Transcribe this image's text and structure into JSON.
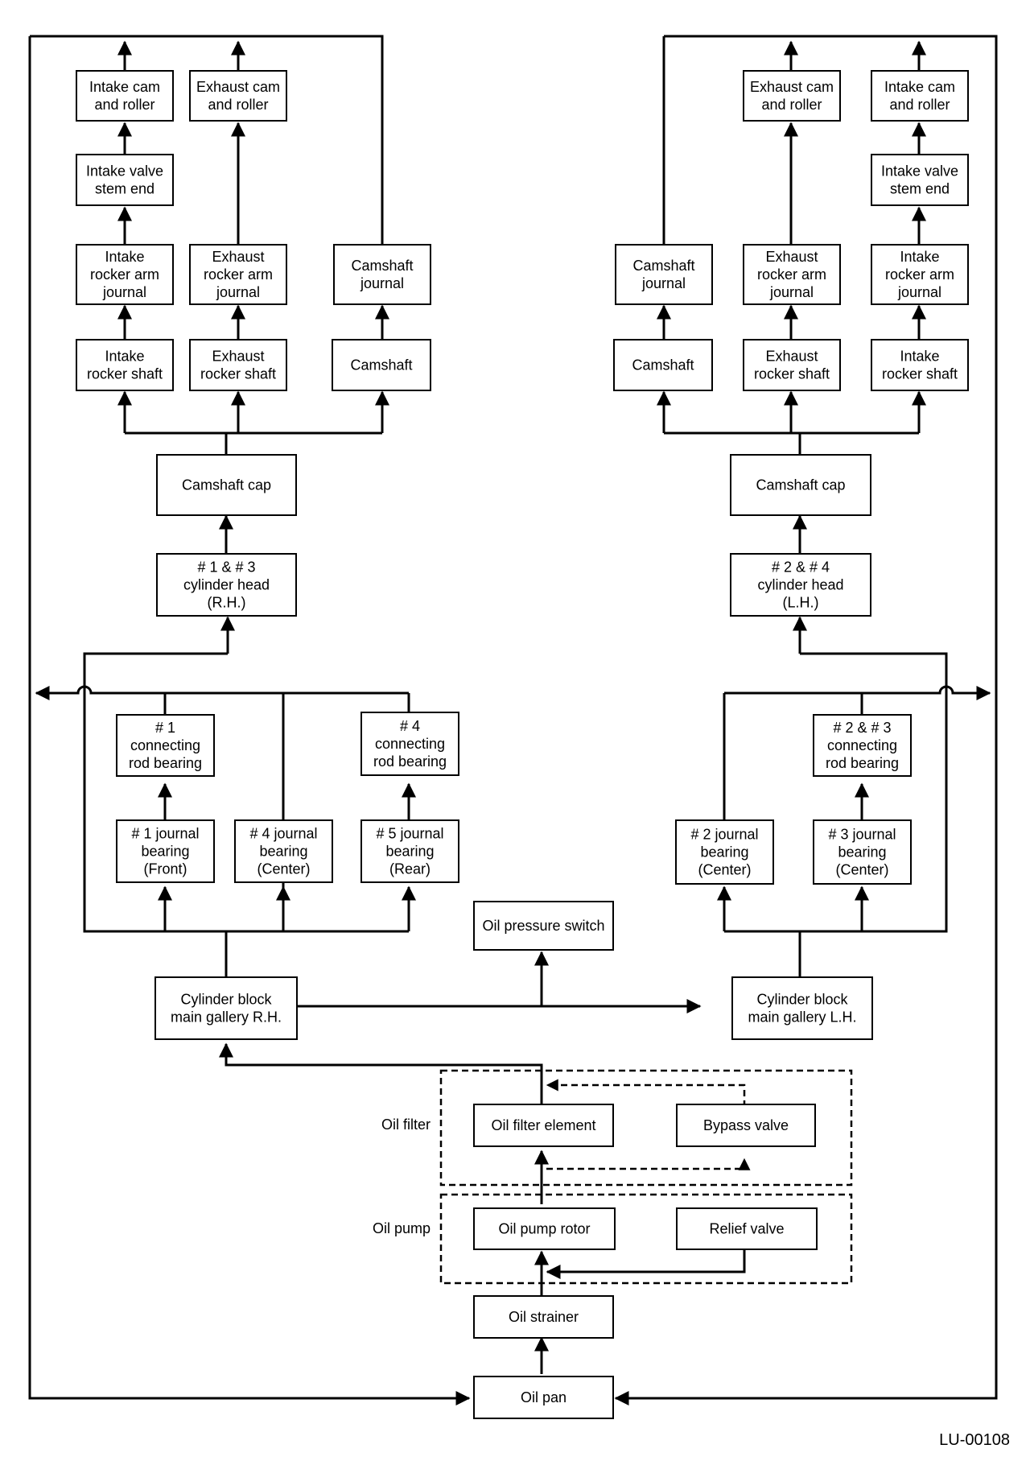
{
  "boxes": {
    "r_intake_cam": [
      "Intake cam",
      "and roller"
    ],
    "r_exhaust_cam": [
      "Exhaust cam",
      "and roller"
    ],
    "r_intake_valve": [
      "Intake valve",
      "stem end"
    ],
    "r_intake_rocker_journal": [
      "Intake",
      "rocker arm",
      "journal"
    ],
    "r_exhaust_rocker_journal": [
      "Exhaust",
      "rocker arm",
      "journal"
    ],
    "r_camshaft_journal": [
      "Camshaft",
      "journal"
    ],
    "r_intake_rocker_shaft": [
      "Intake",
      "rocker shaft"
    ],
    "r_exhaust_rocker_shaft": [
      "Exhaust",
      "rocker shaft"
    ],
    "r_camshaft": [
      "Camshaft"
    ],
    "r_camshaft_cap": [
      "Camshaft cap"
    ],
    "r_cylinder_head": [
      "# 1 & # 3",
      "cylinder head",
      "(R.H.)"
    ],
    "conrod_1": [
      "# 1",
      "connecting",
      "rod bearing"
    ],
    "conrod_4": [
      "# 4",
      "connecting",
      "rod bearing"
    ],
    "journal_1": [
      "# 1 journal",
      "bearing",
      "(Front)"
    ],
    "journal_4": [
      "# 4 journal",
      "bearing",
      "(Center)"
    ],
    "journal_5": [
      "# 5 journal",
      "bearing",
      "(Rear)"
    ],
    "gallery_rh": [
      "Cylinder block",
      "main gallery R.H."
    ],
    "l_exhaust_cam": [
      "Exhaust cam",
      "and roller"
    ],
    "l_intake_cam": [
      "Intake cam",
      "and roller"
    ],
    "l_intake_valve": [
      "Intake valve",
      "stem end"
    ],
    "l_camshaft_journal": [
      "Camshaft",
      "journal"
    ],
    "l_exhaust_rocker_journal": [
      "Exhaust",
      "rocker arm",
      "journal"
    ],
    "l_intake_rocker_journal": [
      "Intake",
      "rocker arm",
      "journal"
    ],
    "l_camshaft": [
      "Camshaft"
    ],
    "l_exhaust_rocker_shaft": [
      "Exhaust",
      "rocker shaft"
    ],
    "l_intake_rocker_shaft": [
      "Intake",
      "rocker shaft"
    ],
    "l_camshaft_cap": [
      "Camshaft cap"
    ],
    "l_cylinder_head": [
      "# 2 & # 4",
      "cylinder head",
      "(L.H.)"
    ],
    "conrod_23": [
      "# 2 & # 3",
      "connecting",
      "rod bearing"
    ],
    "journal_2": [
      "# 2 journal",
      "bearing",
      "(Center)"
    ],
    "journal_3": [
      "# 3 journal",
      "bearing",
      "(Center)"
    ],
    "gallery_lh": [
      "Cylinder block",
      "main gallery L.H."
    ],
    "oil_pressure_switch": [
      "Oil pressure switch"
    ],
    "oil_filter_element": [
      "Oil filter element"
    ],
    "bypass_valve": [
      "Bypass valve"
    ],
    "oil_pump_rotor": [
      "Oil pump rotor"
    ],
    "relief_valve": [
      "Relief valve"
    ],
    "oil_strainer": [
      "Oil strainer"
    ],
    "oil_pan": [
      "Oil pan"
    ]
  },
  "groups": {
    "oil_filter": "Oil filter",
    "oil_pump": "Oil pump"
  },
  "figure_code": "LU-00108"
}
